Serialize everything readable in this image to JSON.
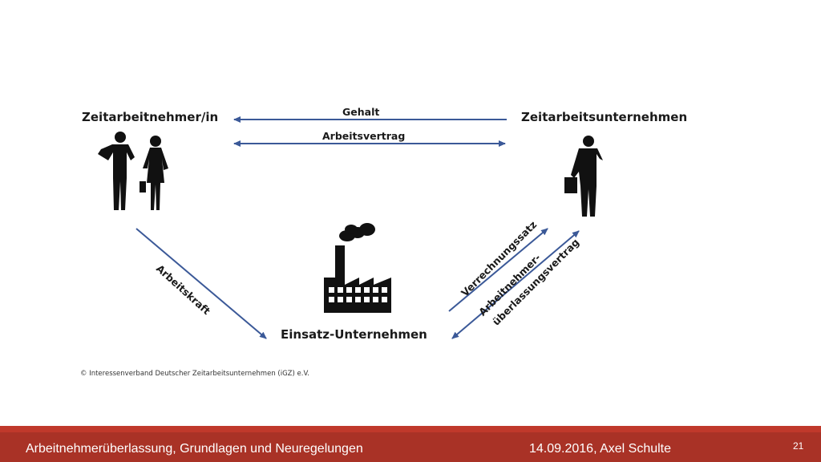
{
  "diagram": {
    "nodes": {
      "worker": "Zeitarbeitnehmer/in",
      "agency": "Zeitarbeitsunternehmen",
      "client": "Einsatz-Unternehmen"
    },
    "edges": {
      "salary": "Gehalt",
      "employment_contract": "Arbeitsvertrag",
      "labor": "Arbeitskraft",
      "billing_rate": "Verrechnungssatz",
      "leasing_contract_line1": "Arbeitnehmer-",
      "leasing_contract_line2": "überlassungsvertrag"
    },
    "copyright": "© Interessenverband Deutscher Zeitarbeitsunternehmen (iGZ) e.V.",
    "colors": {
      "arrow": "#3b5998",
      "figure": "#111111"
    }
  },
  "footer": {
    "title": "Arbeitnehmerüberlassung, Grundlagen und Neuregelungen",
    "date_author": "14.09.2016, Axel Schulte",
    "page": "21",
    "colors": {
      "bar": "#a93226",
      "accent": "#c0392b"
    }
  }
}
